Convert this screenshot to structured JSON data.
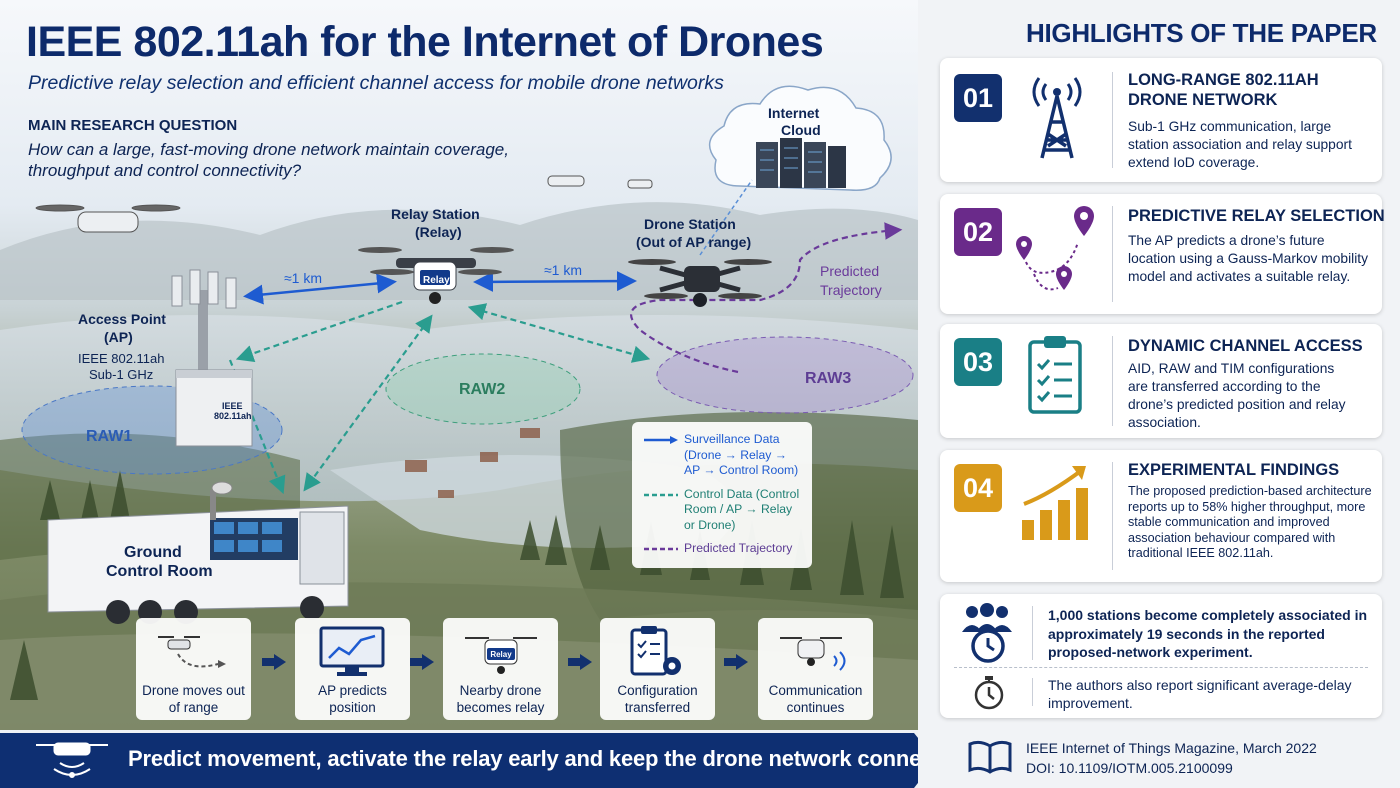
{
  "header": {
    "title": "IEEE 802.11ah for the Internet of Drones",
    "subtitle": "Predictive relay selection and efficient channel access for mobile drone networks",
    "question_label": "MAIN RESEARCH QUESTION",
    "question_text": "How can a large, fast-moving drone network maintain coverage, throughput and control connectivity?"
  },
  "scene": {
    "cloud_line1": "Internet",
    "cloud_line2": "Cloud",
    "relay_line1": "Relay Station",
    "relay_line2": "(Relay)",
    "relay_badge": "Relay",
    "drone_line1": "Drone Station",
    "drone_line2": "(Out of AP range)",
    "ap_line1": "Access Point",
    "ap_line2": "(AP)",
    "ap_line3": "IEEE 802.11ah",
    "ap_line4": "Sub-1 GHz",
    "ap_box_line1": "IEEE",
    "ap_box_line2": "802.11ah",
    "dist1": "≈1 km",
    "dist2": "≈1 km",
    "trajectory_line1": "Predicted",
    "trajectory_line2": "Trajectory",
    "raw1": "RAW1",
    "raw2": "RAW2",
    "raw3": "RAW3",
    "ground_line1": "Ground",
    "ground_line2": "Control Room"
  },
  "legend": {
    "surveillance": "Surveillance Data (Drone → Relay → AP → Control Room)",
    "control": "Control Data (Control Room / AP → Relay or Drone)",
    "predicted": "Predicted Trajectory"
  },
  "steps": [
    {
      "label": "Drone moves out of range",
      "icon": "drone-moving-icon"
    },
    {
      "label": "AP predicts position",
      "icon": "chart-monitor-icon"
    },
    {
      "label": "Nearby drone becomes relay",
      "icon": "relay-drone-icon",
      "badge": "Relay"
    },
    {
      "label": "Configuration transferred",
      "icon": "clipboard-gear-icon"
    },
    {
      "label": "Communication continues",
      "icon": "drone-signal-icon"
    }
  ],
  "banner": {
    "text": "Predict movement, activate the relay early and keep the drone network connected."
  },
  "highlights": {
    "title": "HIGHLIGHTS OF THE PAPER",
    "cards": [
      {
        "num": "01",
        "heading": "LONG-RANGE 802.11AH DRONE NETWORK",
        "body": "Sub-1 GHz communication, large station association and relay support extend IoD coverage.",
        "icon": "antenna-tower-icon",
        "color": "#12306e"
      },
      {
        "num": "02",
        "heading": "PREDICTIVE RELAY SELECTION",
        "body": "The AP predicts a drone’s future location using a Gauss-Markov mobility model and activates a suitable relay.",
        "icon": "location-path-icon",
        "color": "#6a2a8a"
      },
      {
        "num": "03",
        "heading": "DYNAMIC CHANNEL ACCESS",
        "body": "AID, RAW and TIM configurations are transferred according to the drone’s predicted position and relay association.",
        "icon": "checklist-icon",
        "color": "#1a7f86"
      },
      {
        "num": "04",
        "heading": "EXPERIMENTAL FINDINGS",
        "body": "The proposed prediction-based architecture reports up to 58% higher throughput, more stable communication and improved association behaviour compared with traditional IEEE 802.11ah.",
        "icon": "growth-chart-icon",
        "color": "#d99a1a"
      }
    ]
  },
  "stats": {
    "association": "1,000 stations become completely associated in approximately 19 seconds in the reported proposed-network experiment.",
    "delay": "The authors also report significant average-delay improvement."
  },
  "reference": {
    "journal": "IEEE Internet of Things Magazine, March 2022",
    "doi": "DOI: 10.1109/IOTM.005.2100099"
  },
  "colors": {
    "navy": "#0d2a6b",
    "surveillance": "#1e5bd1",
    "control": "#2a9d8f",
    "trajectory": "#6a3a9a"
  }
}
